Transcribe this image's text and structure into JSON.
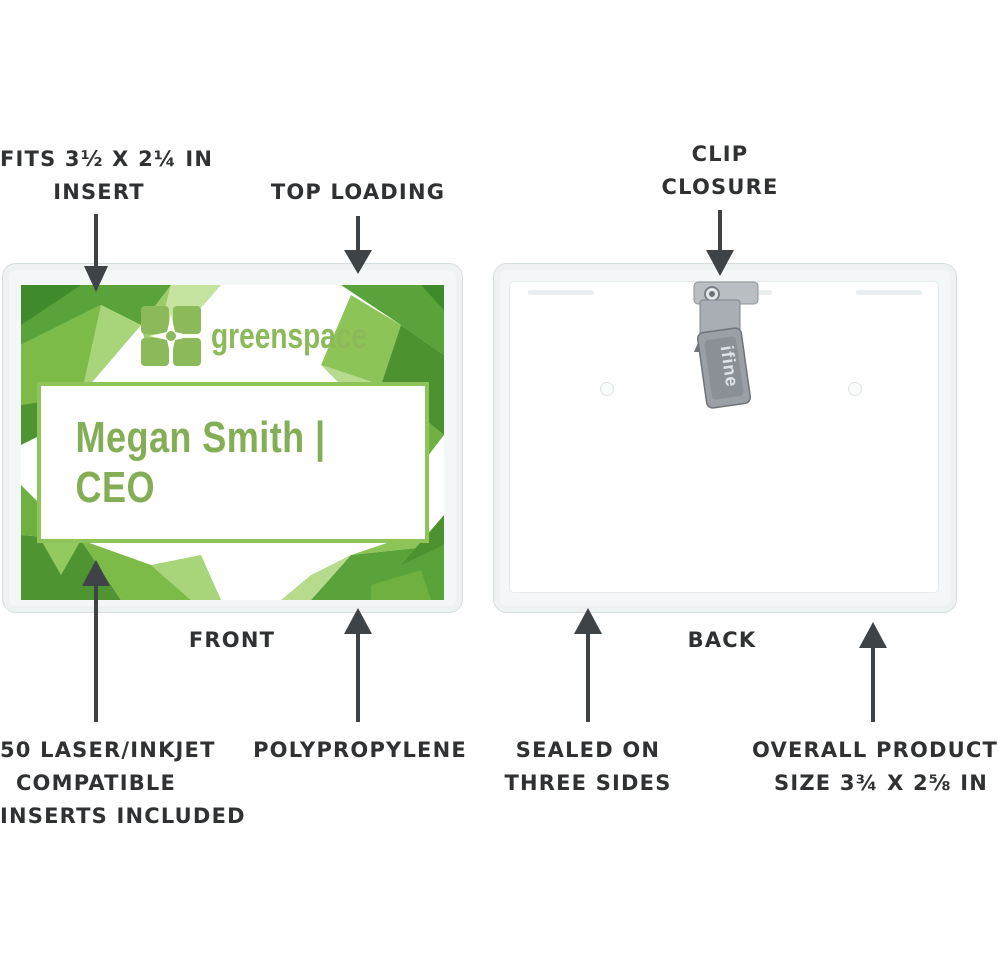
{
  "callouts": {
    "fits_insert": [
      "FITS 3½ X 2¼ IN",
      "INSERT"
    ],
    "top_loading": [
      "TOP LOADING"
    ],
    "clip_closure": [
      "CLIP",
      "CLOSURE"
    ],
    "front": "FRONT",
    "back": "BACK",
    "inserts_included": [
      "50 LASER/INKJET",
      "COMPATIBLE",
      "INSERTS INCLUDED"
    ],
    "polypropylene": [
      "POLYPROPYLENE"
    ],
    "sealed": [
      "SEALED ON",
      "THREE SIDES"
    ],
    "overall_size": [
      "OVERALL PRODUCT",
      "SIZE 3¾ X 2⅝ IN"
    ]
  },
  "badge_front": {
    "brand": "greenspace",
    "name": "Megan Smith | CEO"
  },
  "badge_back": {
    "clip_brand": "ifine"
  },
  "colors": {
    "label_text": "#2f3133",
    "arrow": "#3d4347",
    "brand_green": "#8cba5a",
    "name_green": "#84ae55",
    "panel_border": "#8fc45a"
  }
}
